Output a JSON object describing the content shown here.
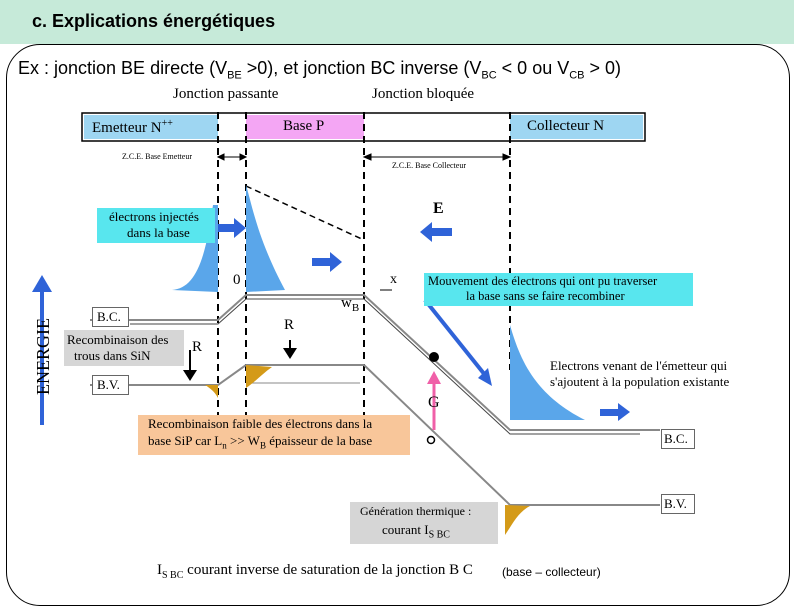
{
  "title": "c. Explications énergétiques",
  "subtitle": {
    "part1": "Ex : jonction BE directe (V",
    "sub1": "BE",
    "part2": " >0), et jonction BC inverse (V",
    "sub2": "BC",
    "part3": " < 0 ou V",
    "sub3": "CB",
    "part4": " > 0)"
  },
  "diagram": {
    "jonction_passante": "Jonction passante",
    "jonction_bloquee": "Jonction bloquée",
    "emetteur": "Emetteur N",
    "emetteur_sup": "++",
    "base": "Base P",
    "collecteur": "Collecteur N",
    "zce_emetteur": "Z.C.E. Base Emetteur",
    "zce_collecteur": "Z.C.E. Base Collecteur",
    "electrons_injectes": [
      "électrons injectés",
      "dans la base"
    ],
    "field_label": "E",
    "zero": "0",
    "x_label": "x",
    "wb_label": "w",
    "wb_sub": "B",
    "mouvement": [
      "Mouvement des électrons qui ont pu traverser",
      "la base sans se faire recombiner"
    ],
    "bc_label": "B.C.",
    "bv_label": "B.V.",
    "energie": "ENERGIE",
    "recombinaison_sin": [
      "Recombinaison des",
      "trous dans SiN"
    ],
    "r_label": "R",
    "electrons_venant": [
      "Electrons venant de l'émetteur qui",
      "s'ajoutent à la population existante"
    ],
    "g_label": "G",
    "recombinaison_faible": [
      "Recombinaison faible des électrons dans la",
      "base SiP car L",
      "n",
      " >> W",
      "B",
      " épaisseur de la base"
    ],
    "generation": [
      "Génération thermique :",
      "courant I",
      "S BC"
    ],
    "is_bc": "I",
    "is_bc_sub": "S BC",
    "bottom_text": "courant inverse de saturation de la jonction B C",
    "bottom_suffix": "(base – collecteur)"
  },
  "colors": {
    "title_band": "#c6ead9",
    "emitter_box": "#9ed6f2",
    "base_box": "#f4a6f4",
    "collector_box": "#9ed6f2",
    "cyan_box": "#58e6ee",
    "orange_box": "#f8c69a",
    "gray_box": "#d6d6d6",
    "arrow_blue": "#2f63d8",
    "curve_blue": "#5aa6ea",
    "hole_gold": "#d49a18",
    "pink_arrow": "#f060a8"
  }
}
